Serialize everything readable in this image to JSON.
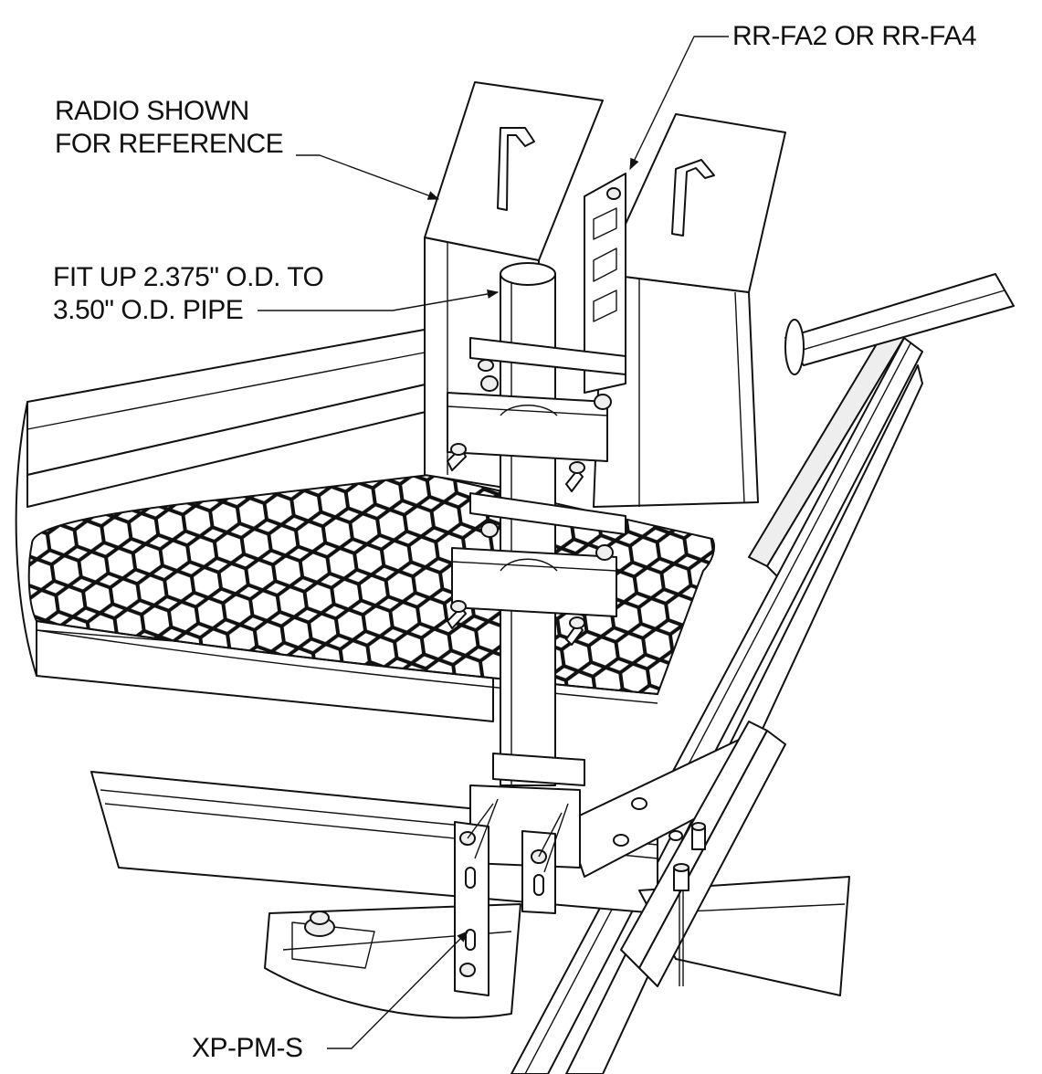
{
  "callouts": {
    "radio_line1": "RADIO SHOWN",
    "radio_line2": "FOR REFERENCE",
    "bracket_part": "RR-FA2 OR RR-FA4",
    "pipe_line1": "FIT UP 2.375\" O.D. TO",
    "pipe_line2": "3.50\" O.D. PIPE",
    "mount_part": "XP-PM-S"
  }
}
